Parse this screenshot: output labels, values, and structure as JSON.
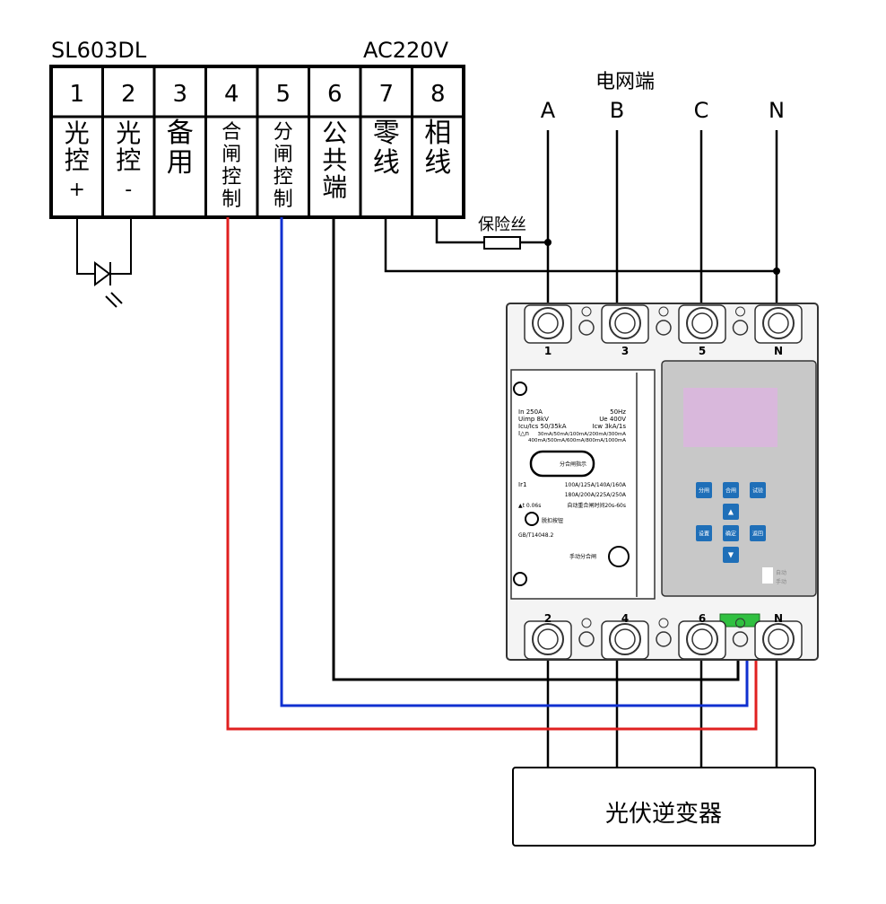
{
  "model": "SL603DL",
  "supply": "AC220V",
  "terminals": [
    {
      "num": "1",
      "label": [
        "光",
        "控",
        "+"
      ]
    },
    {
      "num": "2",
      "label": [
        "光",
        "控",
        "-"
      ]
    },
    {
      "num": "3",
      "label": [
        "备",
        "用"
      ]
    },
    {
      "num": "4",
      "label": [
        "合",
        "闸",
        "控",
        "制"
      ]
    },
    {
      "num": "5",
      "label": [
        "分",
        "闸",
        "控",
        "制"
      ]
    },
    {
      "num": "6",
      "label": [
        "公",
        "共",
        "端"
      ]
    },
    {
      "num": "7",
      "label": [
        "零",
        "线"
      ]
    },
    {
      "num": "8",
      "label": [
        "相",
        "线"
      ]
    }
  ],
  "grid_label": "电网端",
  "phases": [
    "A",
    "B",
    "C",
    "N"
  ],
  "fuse_label": "保险丝",
  "breaker": {
    "top_terminals": [
      "1",
      "3",
      "5",
      "N"
    ],
    "bottom_terminals": [
      "2",
      "4",
      "6",
      "N"
    ],
    "specs_left": [
      "In 250A",
      "Uimp 8kV",
      "Icu/Ics 50/35kA",
      "I△n"
    ],
    "specs_right": [
      "50Hz",
      "Ue 400V",
      "Icw 3kA/1s"
    ],
    "residual": [
      "30mA/50mA/100mA/200mA/300mA",
      "400mA/500mA/600mA/800mA/1000mA"
    ],
    "indicator": "分合闸指示",
    "ir1": "Ir1",
    "ir1_values": [
      "100A/125A/140A/160A",
      "180A/200A/225A/250A"
    ],
    "delay": "▲t 0.06s",
    "reclose": "自动重合闸时间20s-60s",
    "trip": "脱扣按钮",
    "standard": "GB/T14048.2",
    "manual": "手动分合闸",
    "buttons": [
      "分闸",
      "合闸",
      "试验",
      "▲",
      "设置",
      "确定",
      "返回",
      "▼"
    ],
    "switch_labels": [
      "自动",
      "手动"
    ],
    "screen_color": "#d9b8dc",
    "button_color": "#1f6fb8"
  },
  "inverter": "光伏逆变器",
  "wire_colors": {
    "close": "#e02020",
    "open": "#1030d0",
    "common": "#000000"
  }
}
